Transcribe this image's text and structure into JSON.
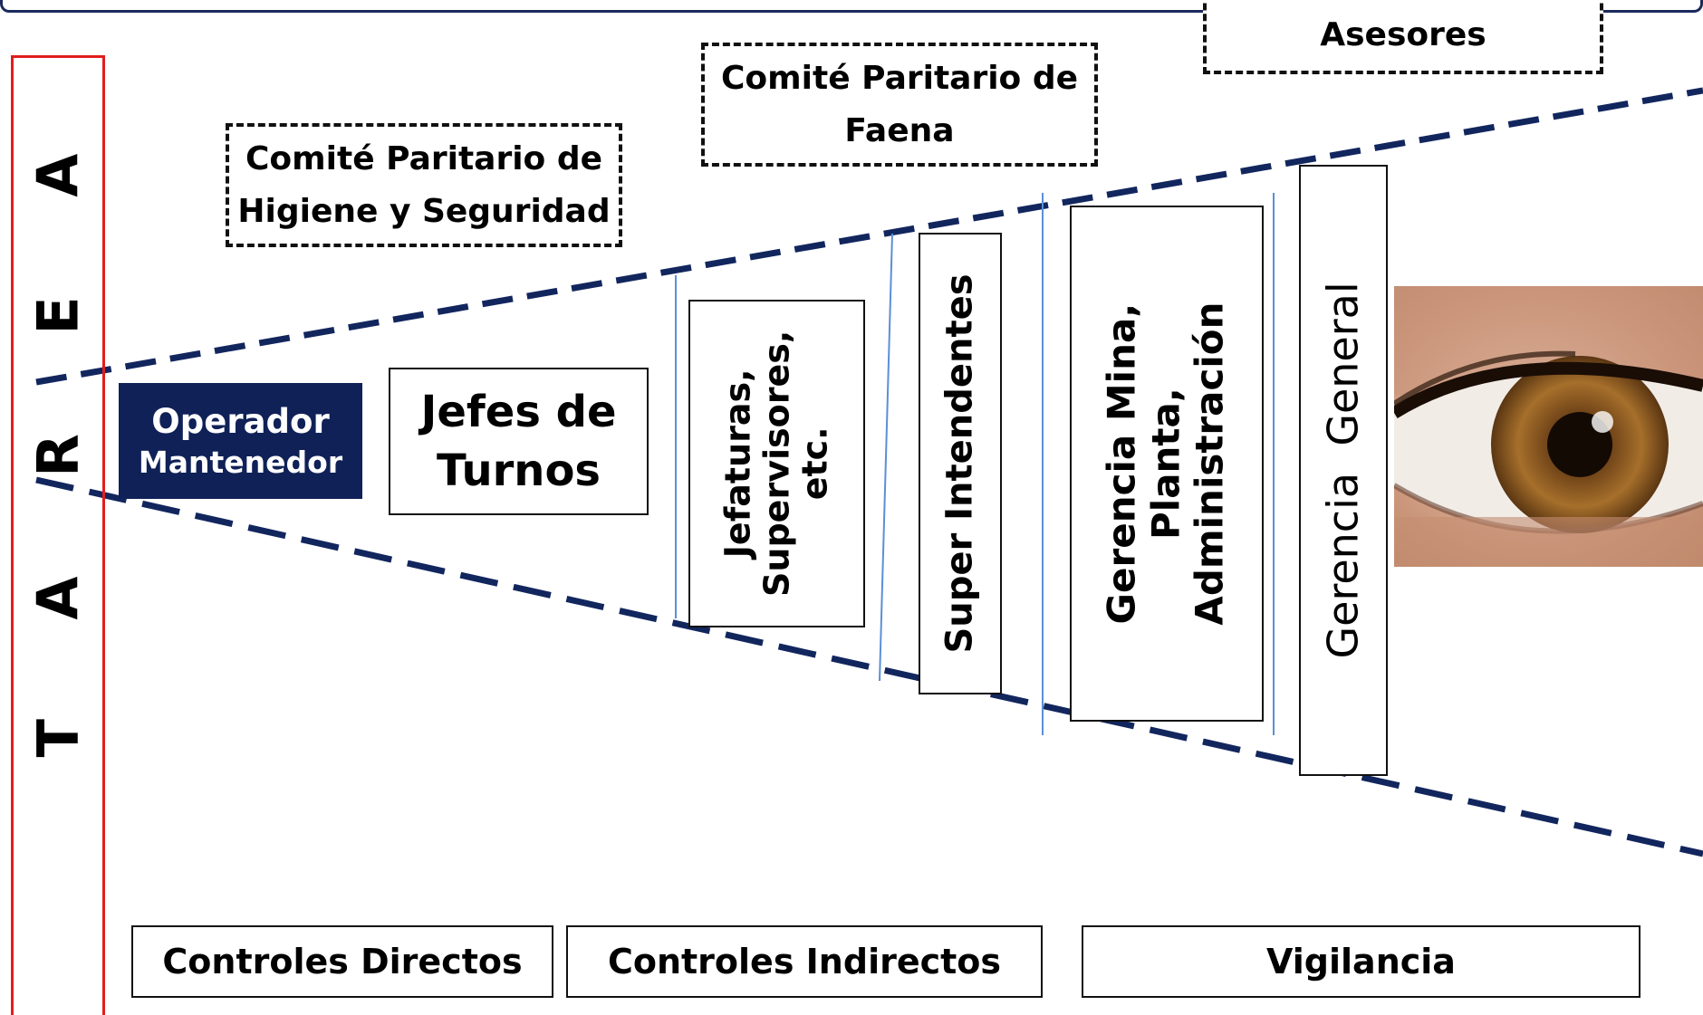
{
  "task_column": {
    "label": "T A R E A"
  },
  "committees": {
    "chs": "Comité Paritario de\nHigiene y Seguridad",
    "faena": "Comité Paritario de\nFaena",
    "asesores": "Asesores"
  },
  "hierarchy": {
    "operador_line1": "Operador",
    "operador_line2": "Mantenedor",
    "jefes_turnos": "Jefes de\nTurnos",
    "jefaturas": "Jefaturas,\nSupervisores,\netc.",
    "super_intendentes": "Super Intendentes",
    "gerencia_mina": "Gerencia Mina,\nPlanta,\nAdministración",
    "gerencia_general": "Gerencia  General"
  },
  "controls": {
    "directos": "Controles Directos",
    "indirectos": "Controles Indirectos",
    "vigilancia": "Vigilancia"
  },
  "colors": {
    "dashed_lines": "#12265e",
    "operador_bg": "#0f2157",
    "tarea_border": "#e21d1d",
    "thin_lines": "#5b8fd6"
  },
  "icons": {
    "eye_image": "eye-photo"
  }
}
